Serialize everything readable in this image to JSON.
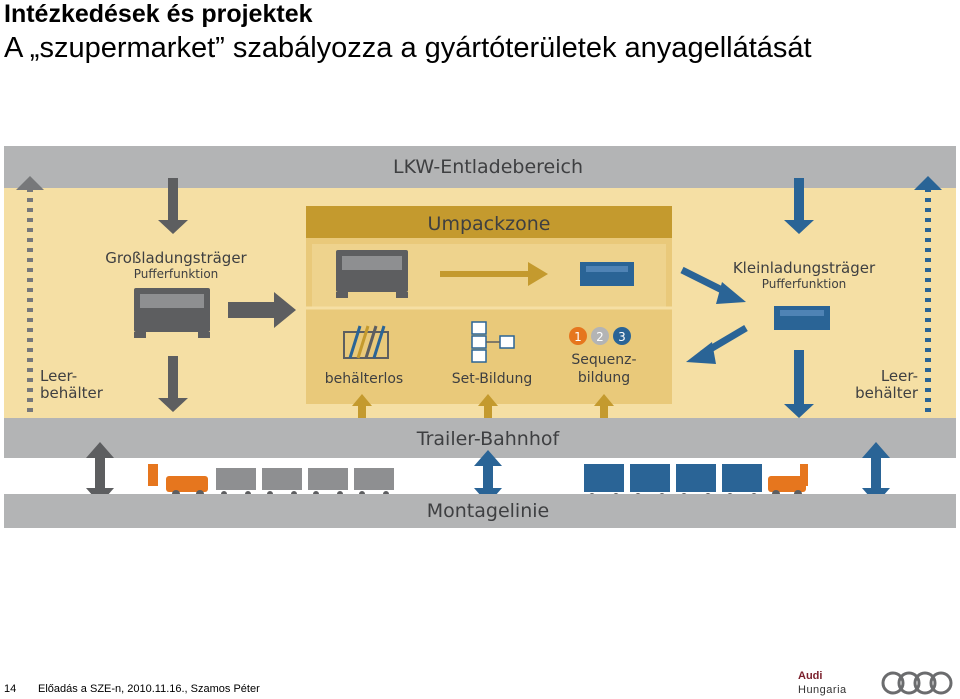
{
  "header": {
    "title": "Intézkedések és projektek",
    "subtitle": "A „szupermarket” szabályozza a gyártóterületek anyagellátását"
  },
  "diagram": {
    "top_band": "LKW-Entladebereich",
    "center_box_title": "Umpackzone",
    "left_area_line1": "Großladungsträger",
    "left_area_line2": "Pufferfunktion",
    "right_area_line1": "Kleinladungsträger",
    "right_area_line2": "Pufferfunktion",
    "left_empty_line1": "Leer-",
    "left_empty_line2": "behälter",
    "right_empty_line1": "Leer-",
    "right_empty_line2": "behälter",
    "zone_a": "behälterlos",
    "zone_b": "Set-Bildung",
    "zone_c_line1": "Sequenz-",
    "zone_c_line2": "bildung",
    "seq_1": "1",
    "seq_2": "2",
    "seq_3": "3",
    "middle_band": "Trailer-Bahnhof",
    "bottom_band": "Montagelinie",
    "colors": {
      "beige": "#f5dfa4",
      "gold": "#c49a2e",
      "light_gold": "#e9c97a",
      "gray_band": "#b3b4b5",
      "blue": "#2a6496",
      "dark_gray": "#5d5e60",
      "orange": "#e6761e"
    }
  },
  "footer": {
    "page_number": "14",
    "text": "Előadás a SZE-n, 2010.11.16., Szamos Péter",
    "brand_line1": "Audi",
    "brand_line2": "Hungaria"
  }
}
